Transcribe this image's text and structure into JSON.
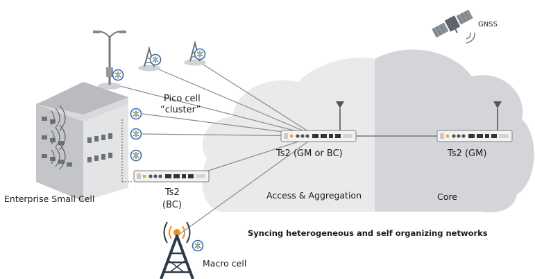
{
  "labels": {
    "gnss": "GNSS",
    "pico_line1": "Pico cell",
    "pico_line2": "“cluster”",
    "ts2_gm_bc": "Ts2 (GM or BC)",
    "ts2_gm": "Ts2  (GM)",
    "ts2_bc_line1": "Ts2",
    "ts2_bc_line2": "(BC)",
    "enterprise": "Enterprise Small Cell",
    "access": "Access & Aggregation",
    "core": "Core",
    "tagline": "Syncing heterogeneous and self organizing networks",
    "macro": "Macro cell"
  },
  "colors": {
    "cloud_access": "#e9eaec",
    "cloud_core": "#d4d5d8",
    "link": "#8a8a8a",
    "tower_orange": "#f28c1e",
    "sync_badge": "#2f6fb0",
    "text": "#1a1a1a"
  },
  "icons": [
    "satellite-icon",
    "streetlight-pico-icon",
    "pico-radio-icon",
    "building-icon",
    "sync-badge-icon",
    "timing-device-icon",
    "antenna-icon",
    "macro-tower-icon"
  ]
}
